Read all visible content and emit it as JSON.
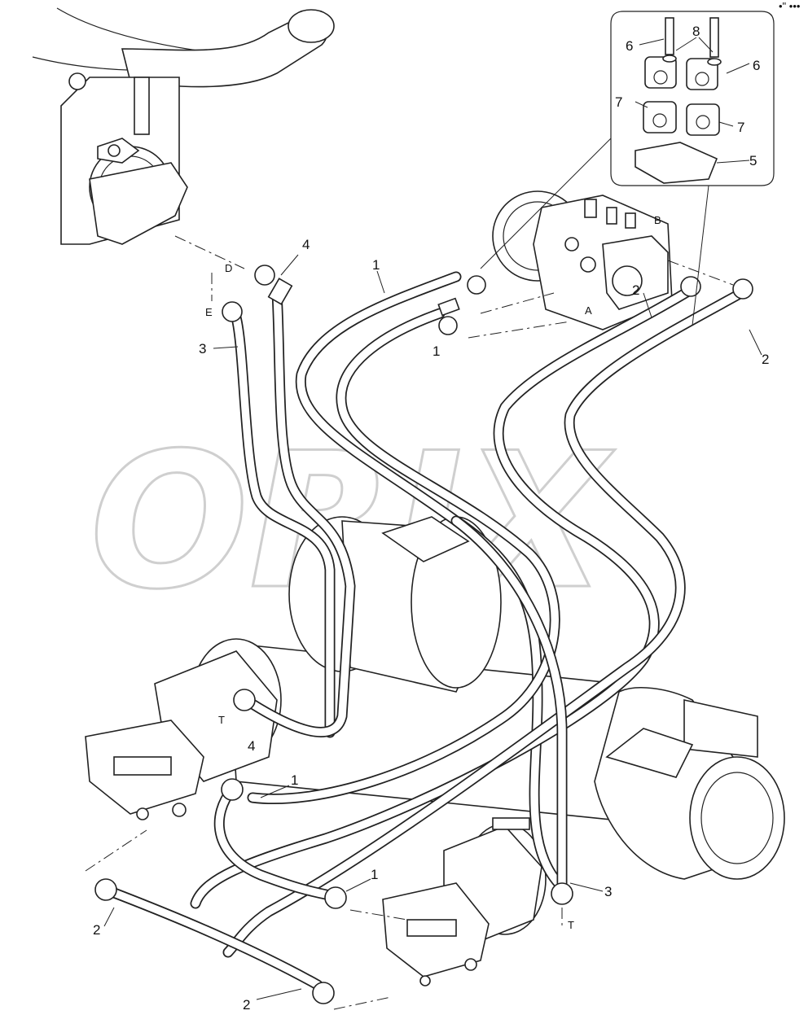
{
  "watermark": "ORIX",
  "corner_mark": "•\" •••",
  "callouts": {
    "hose_1_a": "1",
    "hose_1_b": "1",
    "hose_1_c": "1",
    "hose_1_d": "1",
    "hose_2_a": "2",
    "hose_2_b": "2",
    "hose_2_c": "2",
    "hose_2_d": "2",
    "hose_3_a": "3",
    "hose_3_b": "3",
    "hose_4_a": "4",
    "hose_4_b": "4",
    "clamp_5": "5",
    "clamp_6_a": "6",
    "clamp_6_b": "6",
    "clamp_7_a": "7",
    "clamp_7_b": "7",
    "bolt_8": "8"
  },
  "port_labels": {
    "port_d": "D",
    "port_e": "E",
    "port_a": "A",
    "port_b": "B",
    "port_t_a": "T",
    "port_t_b": "T"
  }
}
